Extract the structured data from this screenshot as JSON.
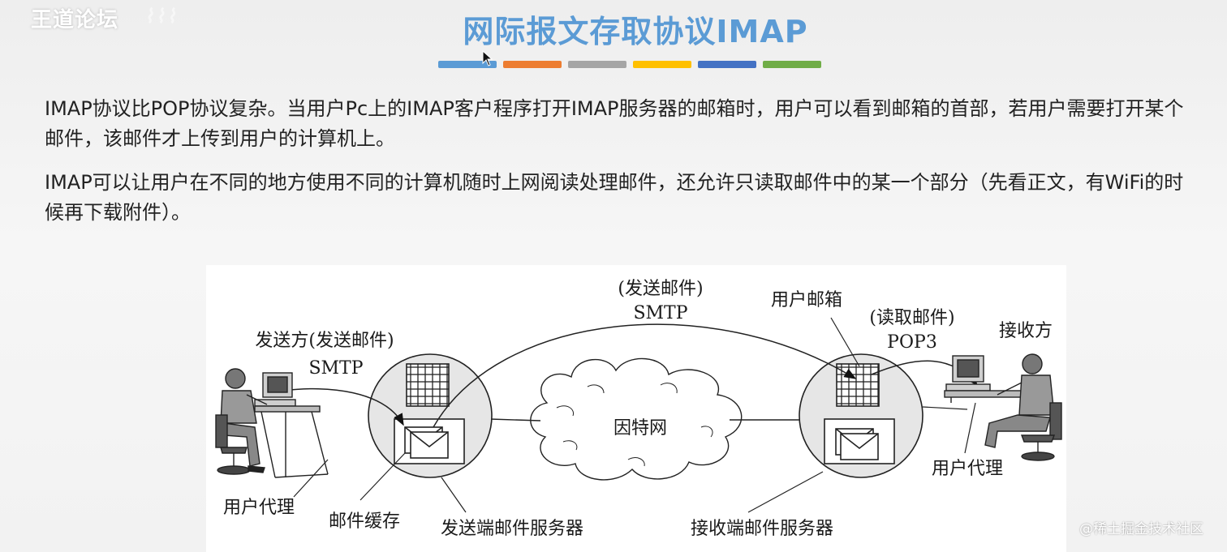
{
  "header": {
    "logo": "王道论坛",
    "title": "网际报文存取协议IMAP",
    "bar_colors": [
      "#5b9bd5",
      "#ed7d31",
      "#a5a5a5",
      "#ffc000",
      "#4472c4",
      "#70ad47"
    ]
  },
  "body": {
    "paragraphs": [
      "IMAP协议比POP协议复杂。当用户Pc上的IMAP客户程序打开IMAP服务器的邮箱时，用户可以看到邮箱的首部，若用户需要打开某个邮件，该邮件才上传到用户的计算机上。",
      "IMAP可以让用户在不同的地方使用不同的计算机随时上网阅读处理邮件，还允许只读取邮件中的某一个部分（先看正文，有WiFi的时候再下载附件）。"
    ]
  },
  "diagram": {
    "sender": "发送方(发送邮件)",
    "sender_protocol": "SMTP",
    "mid_action": "(发送邮件)",
    "mid_protocol": "SMTP",
    "mailbox": "用户邮箱",
    "read_action": "(读取邮件)",
    "read_protocol": "POP3",
    "receiver": "接收方",
    "internet": "因特网",
    "user_agent_left": "用户代理",
    "mail_cache": "邮件缓存",
    "send_server": "发送端邮件服务器",
    "recv_server": "接收端邮件服务器",
    "user_agent_right": "用户代理"
  },
  "footer": {
    "watermark": "@稀土掘金技术社区"
  }
}
